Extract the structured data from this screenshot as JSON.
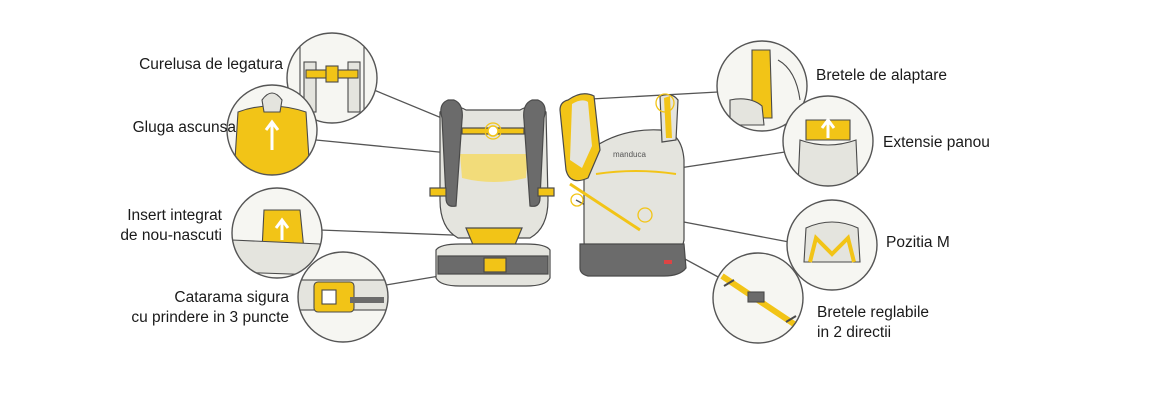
{
  "colors": {
    "accent": "#f2c417",
    "accent_dark": "#c99a08",
    "body_light": "#e4e4de",
    "body_dark": "#6b6b6b",
    "outline": "#4a4a4a",
    "leader": "#555555"
  },
  "brand": "manduca",
  "features_left": [
    {
      "lines": [
        "Curelusa de legatura"
      ],
      "icon": "chest-strap-icon"
    },
    {
      "lines": [
        "Gluga ascunsa"
      ],
      "icon": "hidden-hood-icon"
    },
    {
      "lines": [
        "Insert integrat",
        "de nou-nascuti"
      ],
      "icon": "newborn-insert-icon"
    },
    {
      "lines": [
        "Catarama sigura",
        "cu prindere in 3 puncte"
      ],
      "icon": "buckle-icon"
    }
  ],
  "features_right": [
    {
      "lines": [
        "Bretele de alaptare"
      ],
      "icon": "nursing-strap-icon"
    },
    {
      "lines": [
        "Extensie panou"
      ],
      "icon": "panel-extension-icon"
    },
    {
      "lines": [
        "Pozitia M"
      ],
      "icon": "m-position-icon"
    },
    {
      "lines": [
        "Bretele reglabile",
        "in 2 directii"
      ],
      "icon": "adjustable-strap-icon"
    }
  ]
}
